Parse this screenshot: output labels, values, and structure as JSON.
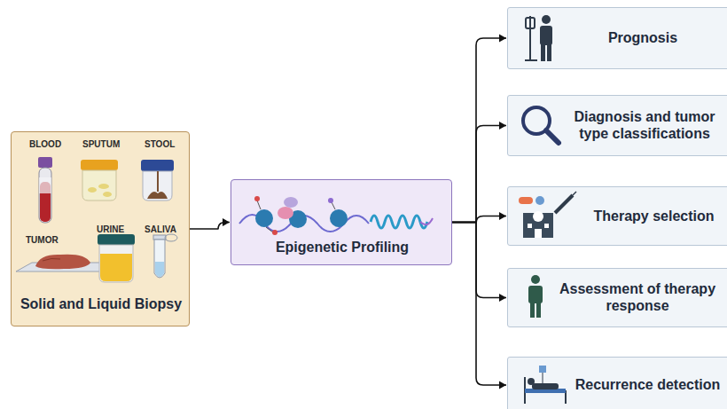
{
  "diagram": {
    "nodes": [
      {
        "text": [
          "Solid and Liquid Biopsy"
        ]
      },
      {
        "text": [
          "Epigenetic Profiling"
        ]
      },
      {
        "text": [
          "Prognosis"
        ]
      },
      {
        "text": [
          "Diagnosis and tumor type classifications"
        ]
      },
      {
        "text": [
          "Therapy selection"
        ]
      },
      {
        "text": [
          "Assessment of therapy response"
        ]
      },
      {
        "text": [
          "Recurrence detection"
        ]
      }
    ],
    "edges": [
      {
        "from": 0,
        "to": 1,
        "arrow": "to"
      },
      {
        "from": 1,
        "to": 2,
        "arrow": "to"
      },
      {
        "from": 1,
        "to": 3,
        "arrow": "to"
      },
      {
        "from": 1,
        "to": 4,
        "arrow": "to"
      },
      {
        "from": 1,
        "to": 5,
        "arrow": "to"
      },
      {
        "from": 1,
        "to": 6,
        "arrow": "to"
      }
    ],
    "labels": [
      "BLOOD",
      "SPUTUM",
      "STOOL",
      "TUMOR",
      "URINE",
      "SALIVA"
    ]
  }
}
